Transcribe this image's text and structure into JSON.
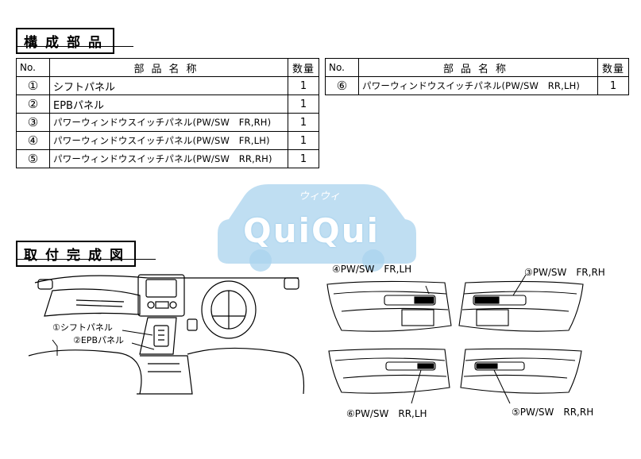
{
  "sections": {
    "parts_title": "構成部品",
    "install_title": "取付完成図"
  },
  "table": {
    "headers": {
      "no": "No.",
      "name": "部品名称",
      "qty": "数量"
    },
    "left_rows": [
      {
        "no": "①",
        "name": "シフトパネル",
        "qty": "1"
      },
      {
        "no": "②",
        "name": "EPBパネル",
        "qty": "1"
      },
      {
        "no": "③",
        "name": "パワーウィンドウスイッチパネル(PW/SW　FR,RH)",
        "qty": "1"
      },
      {
        "no": "④",
        "name": "パワーウィンドウスイッチパネル(PW/SW　FR,LH)",
        "qty": "1"
      },
      {
        "no": "⑤",
        "name": "パワーウィンドウスイッチパネル(PW/SW　RR,RH)",
        "qty": "1"
      }
    ],
    "right_rows": [
      {
        "no": "⑥",
        "name": "パワーウィンドウスイッチパネル(PW/SW　RR,LH)",
        "qty": "1"
      }
    ]
  },
  "watermark": {
    "kana": "ウィウィ",
    "text": "QuiQui",
    "color": "#a9d3ee"
  },
  "illustration": {
    "dash_labels": [
      "①シフトパネル",
      "②EPBパネル"
    ],
    "door_labels": {
      "fr_lh": "④PW/SW　FR,LH",
      "fr_rh": "③PW/SW　FR,RH",
      "rr_lh": "⑥PW/SW　RR,LH",
      "rr_rh": "⑤PW/SW　RR,RH"
    }
  }
}
